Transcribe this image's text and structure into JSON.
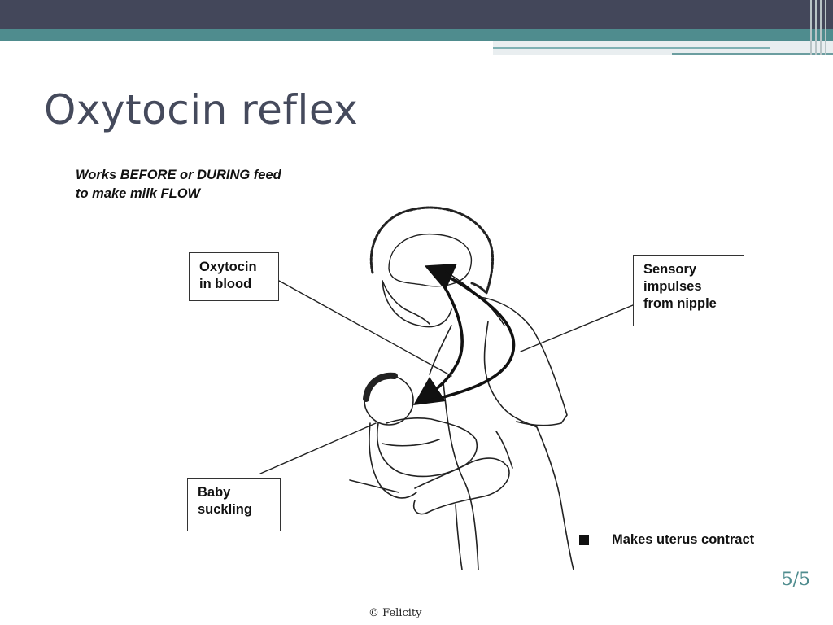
{
  "slide": {
    "title": "Oxytocin reflex",
    "page_number": "5/5",
    "credit": "© Felicity"
  },
  "figure": {
    "caption_lines": [
      "Works BEFORE or DURING feed",
      "to make milk FLOW"
    ],
    "labels": {
      "oxytocin_in_blood": [
        "Oxytocin",
        "in blood"
      ],
      "sensory_impulses": [
        "Sensory",
        "impulses",
        "from nipple"
      ],
      "baby_suckling": [
        "Baby",
        "suckling"
      ]
    },
    "legend_text": "Makes uterus contract"
  },
  "colors": {
    "header_dark": "#43475a",
    "header_teal": "#4f8c8e",
    "title_text": "#454a5c",
    "page_number": "#4f8c8e"
  }
}
